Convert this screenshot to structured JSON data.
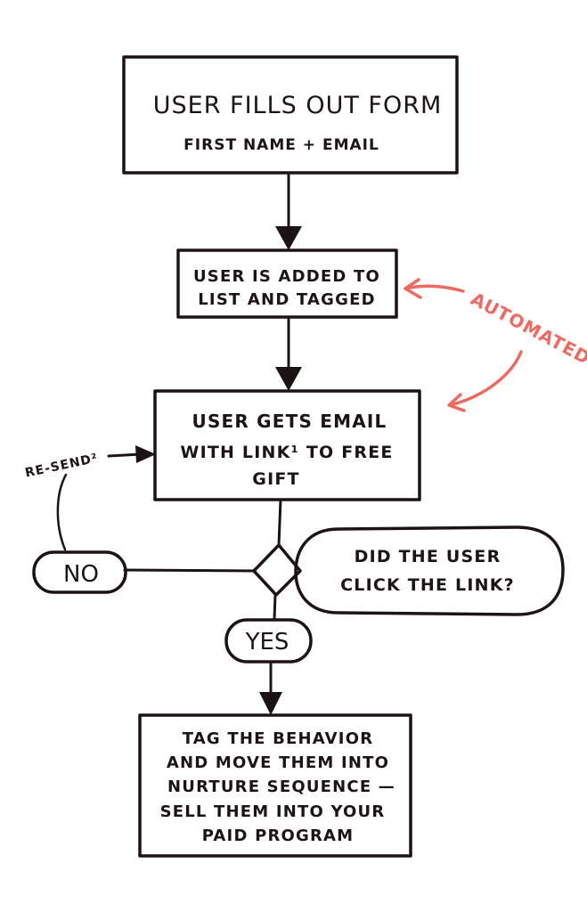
{
  "diagram": {
    "type": "flowchart",
    "nodes": {
      "form": {
        "title": "USER FILLS OUT FORM",
        "subtitle": "FIRST NAME + EMAIL"
      },
      "added": {
        "lines": [
          "USER IS ADDED TO",
          "LIST AND TAGGED"
        ]
      },
      "email": {
        "lines": [
          "USER GETS EMAIL",
          "WITH LINK¹ TO FREE",
          "GIFT"
        ]
      },
      "decision": {
        "lines": [
          "DID THE USER",
          "CLICK THE LINK?"
        ]
      },
      "no": {
        "label": "NO"
      },
      "yes": {
        "label": "YES"
      },
      "resend": {
        "label": "RE-SEND²"
      },
      "nurture": {
        "lines": [
          "TAG THE BEHAVIOR",
          "AND MOVE THEM INTO",
          "NURTURE SEQUENCE —",
          "SELL THEM INTO YOUR",
          "PAID PROGRAM"
        ]
      }
    },
    "annotation": {
      "label": "AUTOMATED",
      "color": "#ec6a62",
      "targets": [
        "added",
        "email"
      ]
    },
    "edges": [
      {
        "from": "form",
        "to": "added"
      },
      {
        "from": "added",
        "to": "email"
      },
      {
        "from": "email",
        "to": "decision"
      },
      {
        "from": "decision",
        "to": "no"
      },
      {
        "from": "no",
        "to": "email",
        "via": "resend"
      },
      {
        "from": "decision",
        "to": "yes"
      },
      {
        "from": "yes",
        "to": "nurture"
      }
    ],
    "colors": {
      "ink": "#1c1414",
      "accent": "#ec6a62",
      "background": "#ffffff"
    }
  }
}
